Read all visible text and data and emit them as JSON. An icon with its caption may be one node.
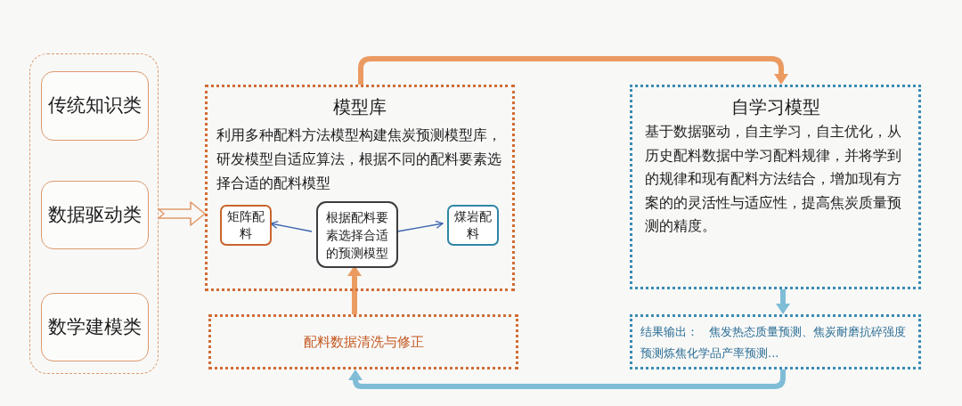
{
  "diagram": {
    "nodes": [
      {
        "text": [],
        "shape": "box"
      },
      {
        "text": [
          "传统知识类"
        ],
        "in": 0
      },
      {
        "text": [
          "数据驱动类"
        ],
        "in": 0
      },
      {
        "text": [
          "数学建模类"
        ],
        "in": 0
      },
      {
        "text": [
          "模型库",
          "利用多种配料方法模型构建焦炭预测模型库，研发模型自适应算法，根据不同的配料要素选择合适的配料模型"
        ]
      },
      {
        "text": [
          "矩阵配料"
        ],
        "in": 4
      },
      {
        "text": [
          "根据配料要素选择合适的预测模型"
        ],
        "in": 4
      },
      {
        "text": [
          "煤岩配料"
        ],
        "in": 4
      },
      {
        "text": [
          "自学习模型",
          "基于数据驱动，自主学习，自主优化，从历史配料数据中学习配料规律，并将学到的规律和现有配料方法结合，增加现有方案的的灵活性与适应性，提高焦炭质量预测的精度。"
        ]
      },
      {
        "text": [
          "配料数据清洗与修正"
        ]
      },
      {
        "text": [
          "结果输出： 焦发热态质量预测、焦炭耐磨抗碎强度预测炼焦化学品产率预测..."
        ]
      }
    ],
    "edges": [
      {
        "from": 0,
        "to": 4,
        "arrow": "to",
        "color": "#e09a6a"
      },
      {
        "from": 4,
        "to": 8,
        "arrow": "to",
        "color": "#eb9b62"
      },
      {
        "from": 6,
        "to": 5,
        "arrow": "to",
        "color": "#3c64ad"
      },
      {
        "from": 6,
        "to": 7,
        "arrow": "to",
        "color": "#3c64ad"
      },
      {
        "from": 9,
        "to": 6,
        "arrow": "to",
        "color": "#eb9b62"
      },
      {
        "from": 8,
        "to": 10,
        "arrow": "to",
        "color": "#7fbdd6"
      },
      {
        "from": 10,
        "to": 9,
        "arrow": "to",
        "color": "#7fbdd6"
      }
    ]
  }
}
